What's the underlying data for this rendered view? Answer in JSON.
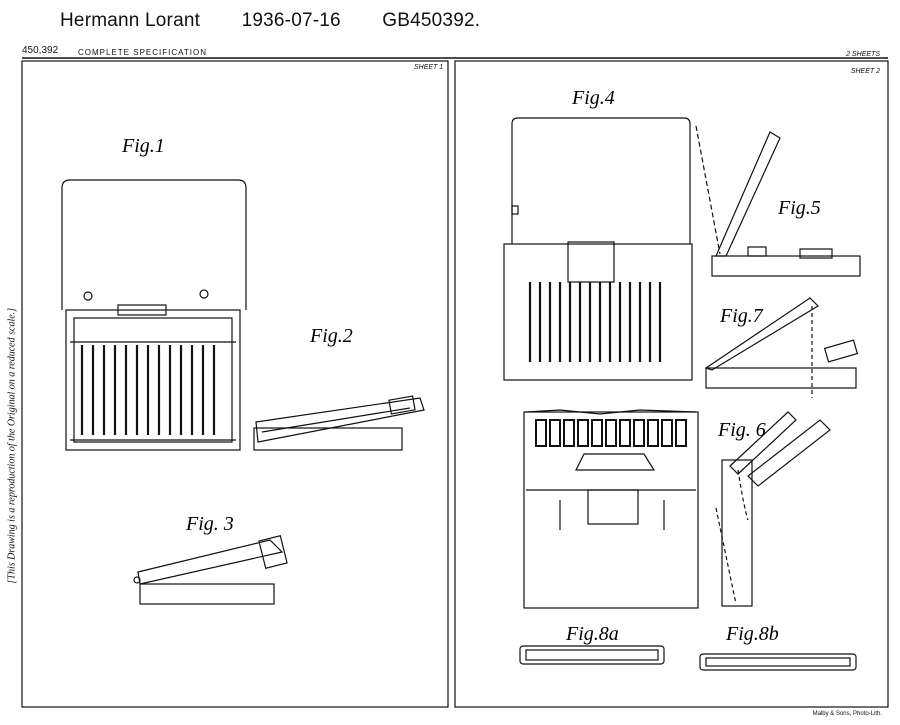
{
  "header": {
    "inventor": "Hermann Lorant",
    "date": "1936-07-16",
    "patent": "GB450392."
  },
  "sheet": {
    "spec_number": "450,392",
    "title": "COMPLETE SPECIFICATION",
    "sheets_count": "2 SHEETS",
    "sheet1_label": "SHEET 1",
    "sheet2_label": "SHEET 2",
    "side_note": "[This Drawing is a reproduction of the Original on a reduced scale.]",
    "printer": "Malby & Sons, Photo-Lith."
  },
  "figures": {
    "fig1": "Fig.1",
    "fig2": "Fig.2",
    "fig3": "Fig. 3",
    "fig4": "Fig.4",
    "fig5": "Fig.5",
    "fig7": "Fig.7",
    "fig6": "Fig. 6",
    "fig8a": "Fig.8a",
    "fig8b": "Fig.8b"
  }
}
